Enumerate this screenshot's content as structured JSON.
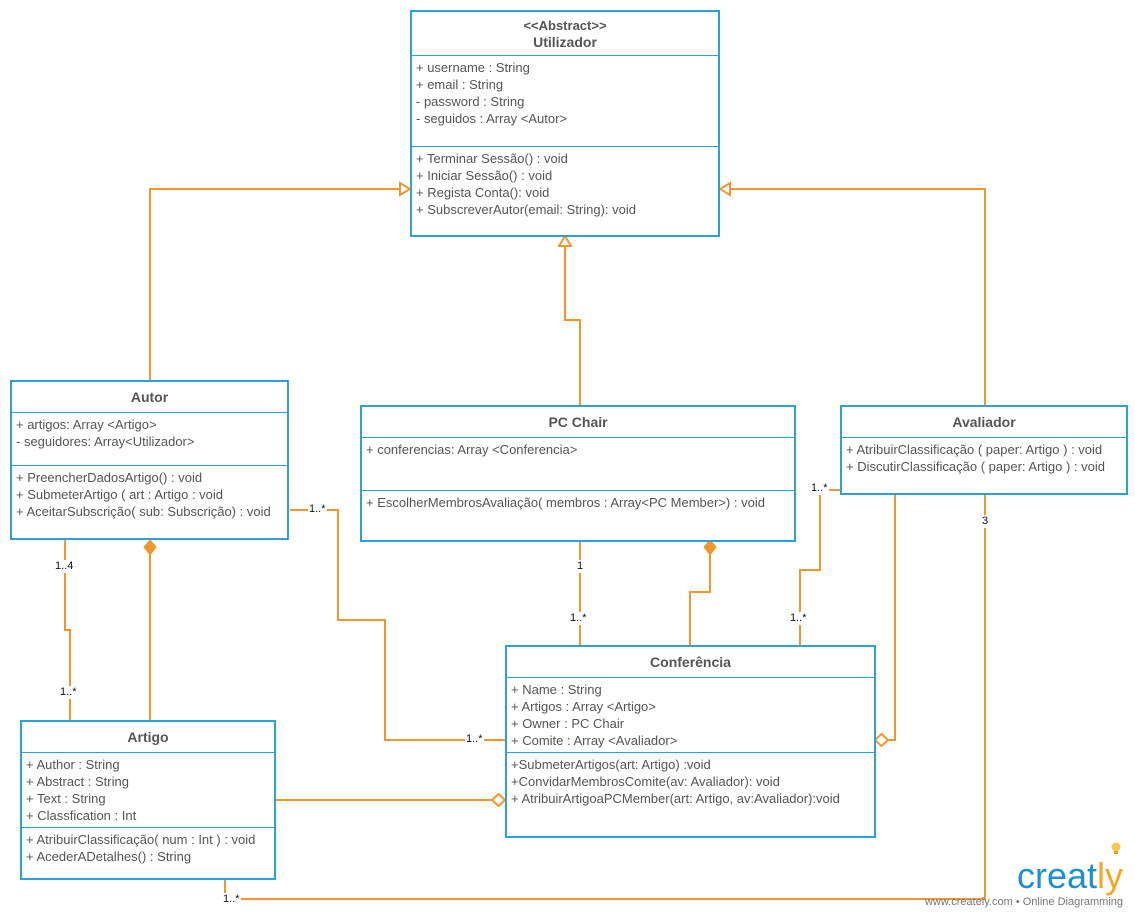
{
  "classes": {
    "utilizador": {
      "stereotype": "<<Abstract>>",
      "name": "Utilizador",
      "attributes": [
        "+ username : String",
        "+ email : String",
        "- password : String",
        "- seguidos : Array <Autor>"
      ],
      "methods": [
        "+ Terminar Sessão() : void",
        "+ Iniciar Sessão() : void",
        "+ Regista Conta(): void",
        "+ SubscreverAutor(email: String): void"
      ]
    },
    "autor": {
      "name": "Autor",
      "attributes": [
        "+ artigos: Array <Artigo>",
        "- seguidores: Array<Utilizador>"
      ],
      "methods": [
        "+ PreencherDadosArtigo() : void",
        "+  SubmeterArtigo ( art : Artigo : void",
        "+ AceitarSubscrição( sub: Subscrição) : void"
      ]
    },
    "pc_chair": {
      "name": "PC Chair",
      "attributes": [
        "+ conferencias: Array <Conferencia>"
      ],
      "methods": [
        "+ EscolherMembrosAvaliação( membros : Array<PC Member>) : void"
      ]
    },
    "avaliador": {
      "name": "Avaliador",
      "attributes": [
        "+ AtribuirClassificação ( paper: Artigo ) : void",
        "+ DiscutirClassificação ( paper: Artigo ) : void"
      ],
      "methods": []
    },
    "conferencia": {
      "name": "Conferência",
      "attributes": [
        "+ Name : String",
        "+ Artigos : Array <Artigo>",
        "+ Owner  : PC Chair",
        "+ Comite : Array <Avaliador>"
      ],
      "methods": [
        "+SubmeterArtigos(art: Artigo) :void",
        "+ConvidarMembrosComite(av: Avaliador): void",
        "+ AtribuirArtigoaPCMember(art: Artigo, av:Avaliador):void"
      ]
    },
    "artigo": {
      "name": "Artigo",
      "attributes": [
        "+ Author : String",
        "+ Abstract : String",
        "+ Text : String",
        "+ Classfication : Int"
      ],
      "methods": [
        "+ AtribuirClassificação( num : Int ) : void",
        "+ AcederADetalhes() : String"
      ]
    }
  },
  "multiplicities": {
    "autor_conf_autor_end": "1..*",
    "autor_conf_conf_end": "1..*",
    "autor_artigo_autor_end": "1..4",
    "autor_artigo_artigo_end": "1..*",
    "pcchair_conf_pcchair_end": "1",
    "pcchair_conf_conf_end": "1..*",
    "avaliador_conf_avaliador_end": "1..*",
    "avaliador_conf_conf_end": "1..*",
    "avaliador_artigo_avaliador_end": "3",
    "avaliador_artigo_artigo_end": "1..*"
  },
  "branding": {
    "logo_main": "creat",
    "logo_tail": "ly",
    "caption": "www.creately.com • Online Diagramming"
  },
  "colors": {
    "class_border": "#2e9fd8",
    "connector": "#f0962e",
    "text": "#555555"
  }
}
